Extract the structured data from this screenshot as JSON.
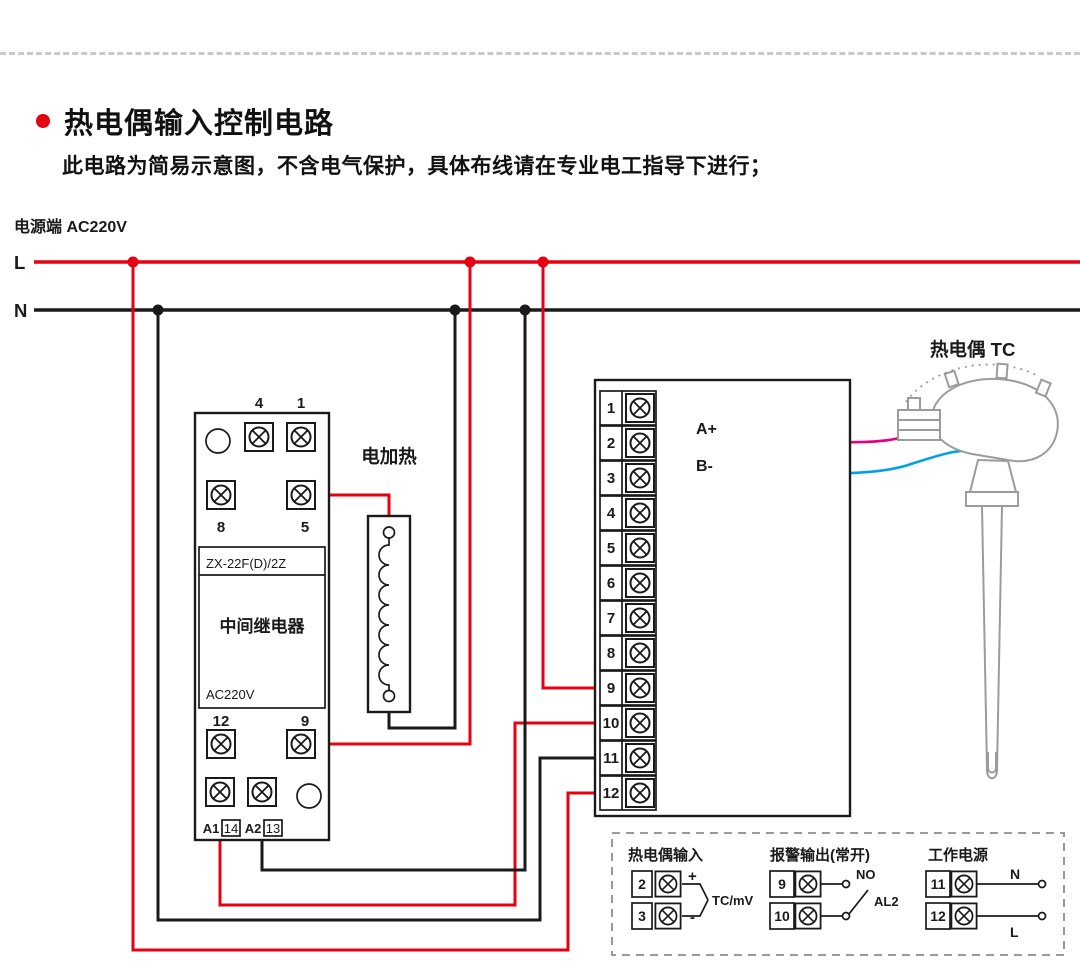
{
  "header": {
    "title": "热电偶输入控制电路",
    "subtitle": "此电路为简易示意图，不含电气保护，具体布线请在专业电工指导下进行；"
  },
  "power": {
    "label": "电源端  AC220V",
    "l": "L",
    "n": "N"
  },
  "relay": {
    "model": "ZX-22F(D)/2Z",
    "name": "中间继电器",
    "voltage": "AC220V",
    "pins": {
      "p4": "4",
      "p1": "1",
      "p8": "8",
      "p5": "5",
      "p12": "12",
      "p9": "9",
      "a1": "A1",
      "p14": "14",
      "a2": "A2",
      "p13": "13"
    }
  },
  "heater": {
    "label": "电加热"
  },
  "block": {
    "rows": [
      "1",
      "2",
      "3",
      "4",
      "5",
      "6",
      "7",
      "8",
      "9",
      "10",
      "11",
      "12"
    ],
    "a_plus": "A+",
    "b_minus": "B-"
  },
  "thermocouple": {
    "label": "热电偶 TC"
  },
  "legend": {
    "tc": {
      "title": "热电偶输入",
      "t2": "2",
      "t3": "3",
      "plus": "+",
      "minus": "-",
      "unit": "TC/mV"
    },
    "alarm": {
      "title": "报警输出(常开)",
      "t9": "9",
      "t10": "10",
      "no_label": "NO",
      "al2": "AL2"
    },
    "power": {
      "title": "工作电源",
      "t11": "11",
      "t12": "12",
      "n": "N",
      "l": "L"
    }
  },
  "colors": {
    "wire_red": "#e60012",
    "wire_black": "#1a1a1a",
    "wire_magenta": "#e4007f",
    "wire_blue": "#00a0e9",
    "outline_gray": "#9c9c9c",
    "accent_red": "#e60012"
  }
}
